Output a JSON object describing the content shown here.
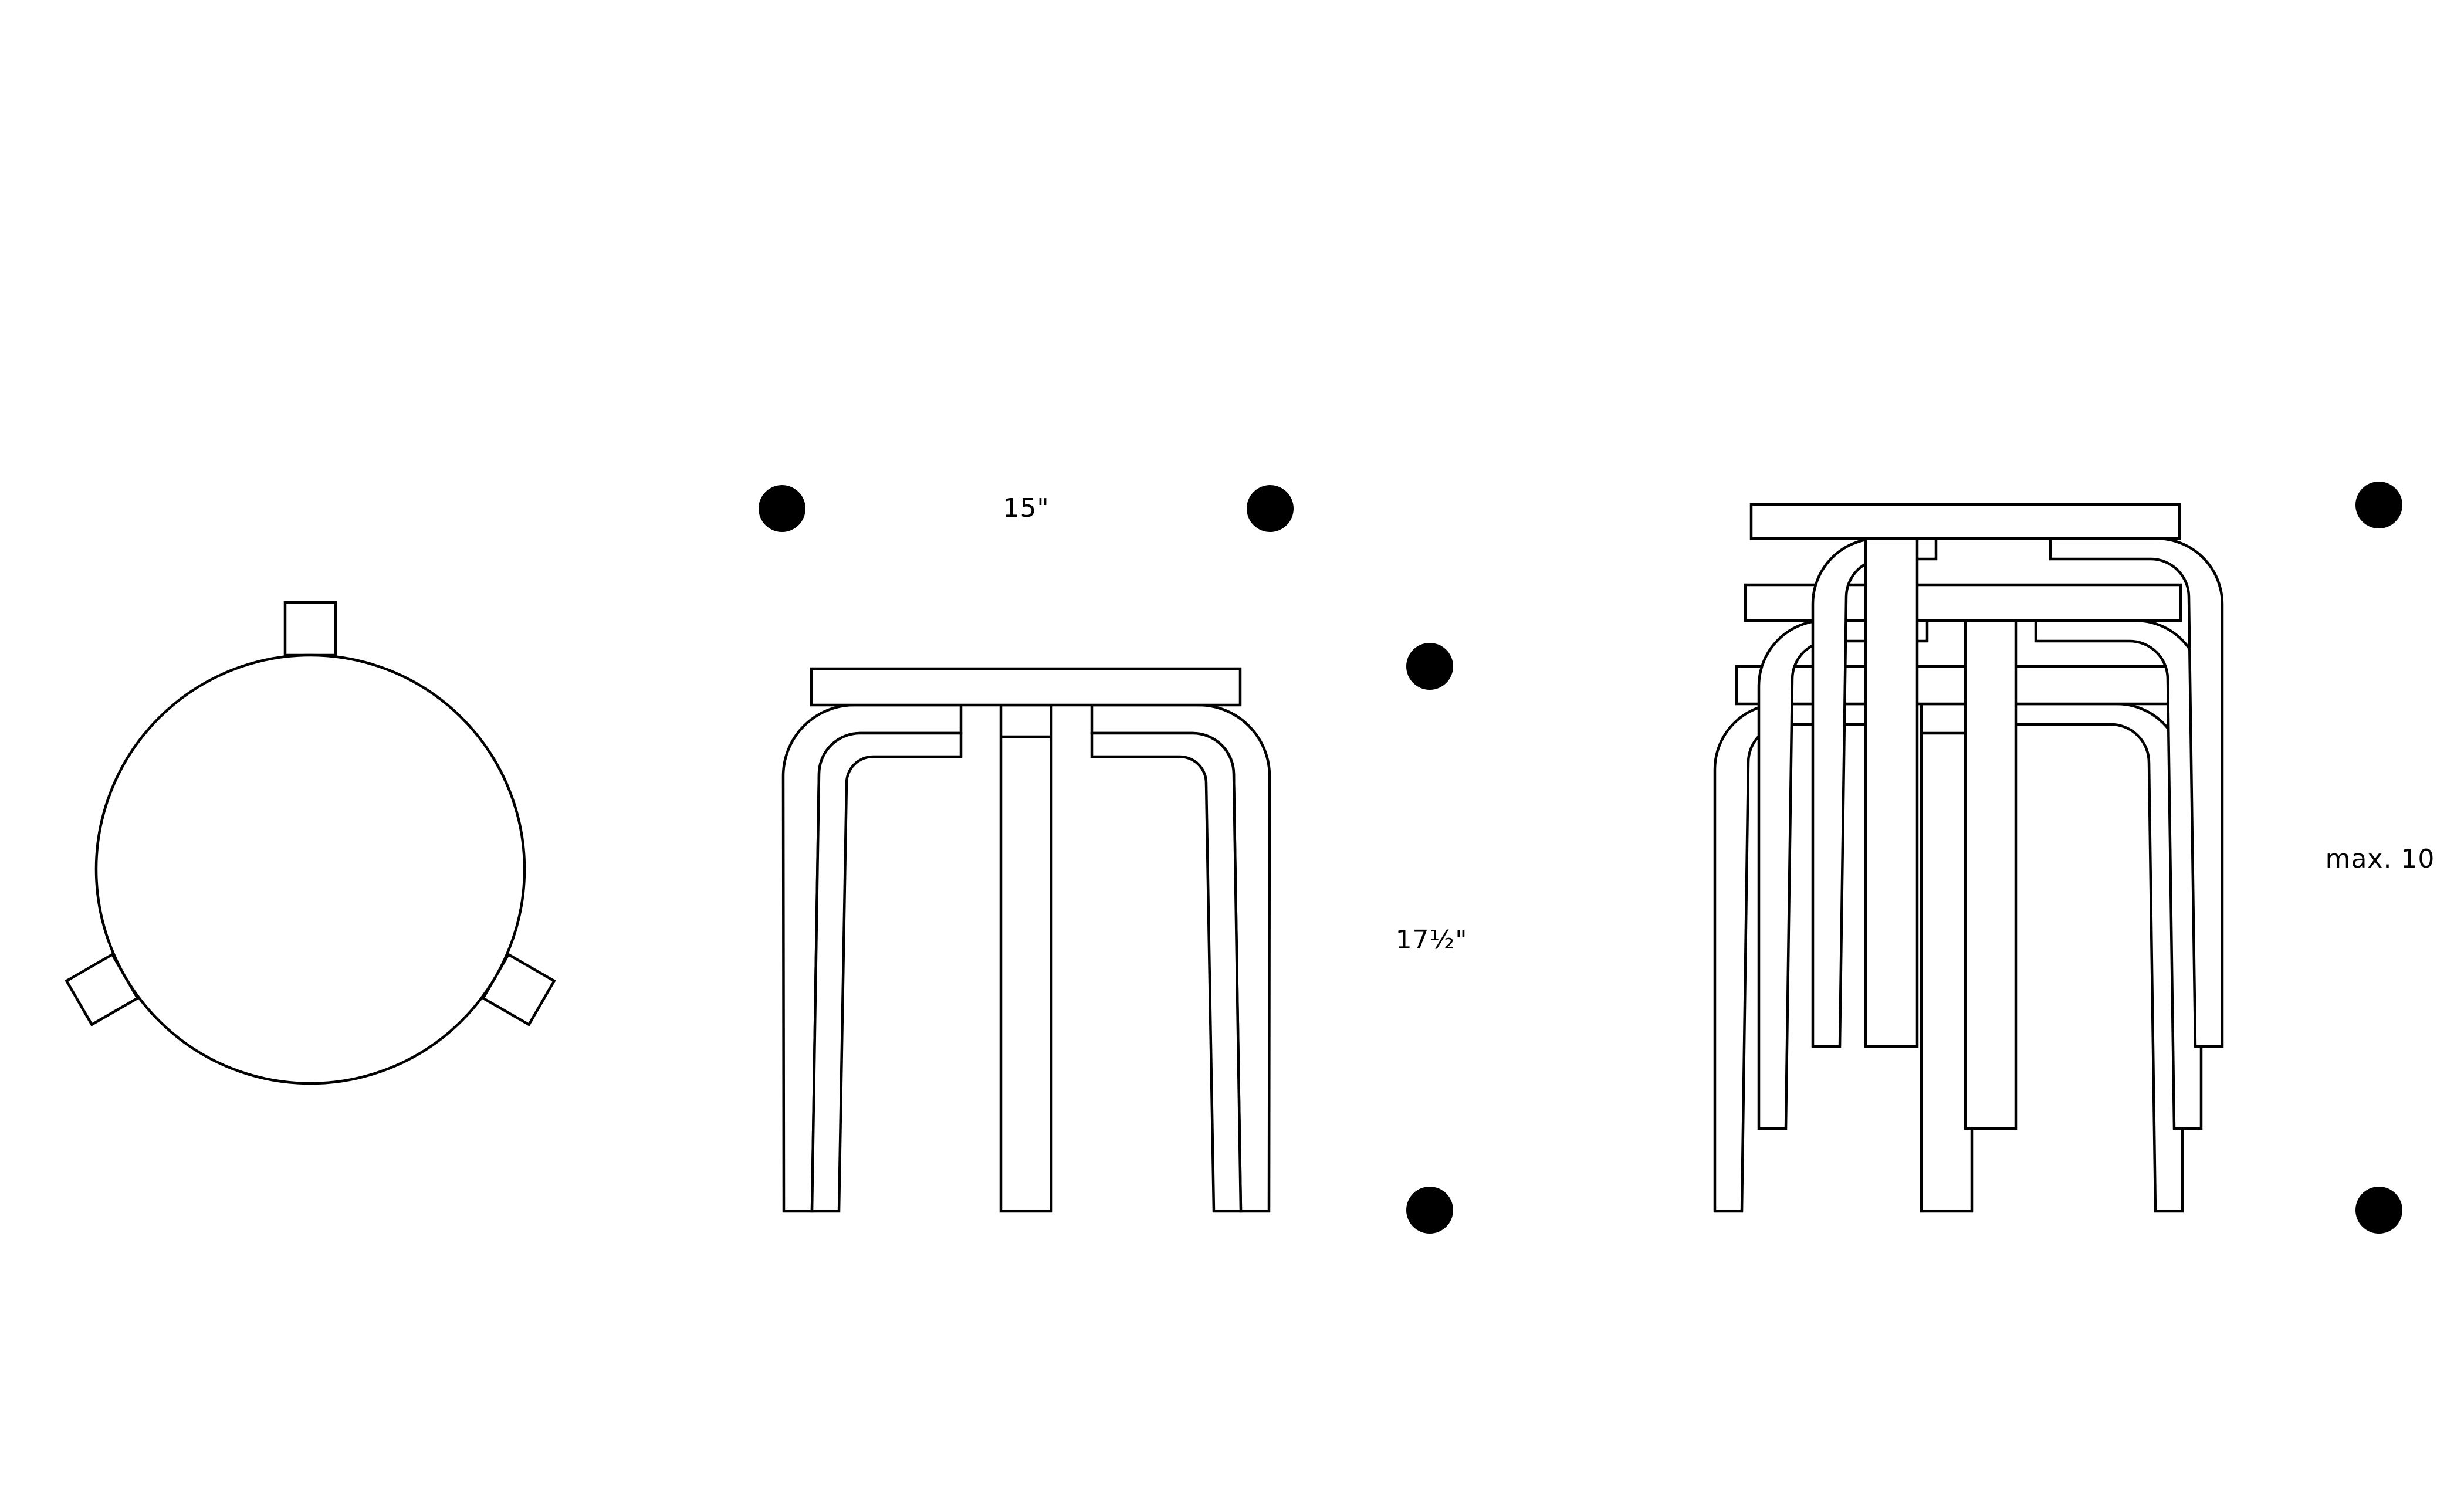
{
  "dimensions": {
    "width_label": "15\"",
    "height_label": "17½\"",
    "stack_label": "max. 10"
  }
}
